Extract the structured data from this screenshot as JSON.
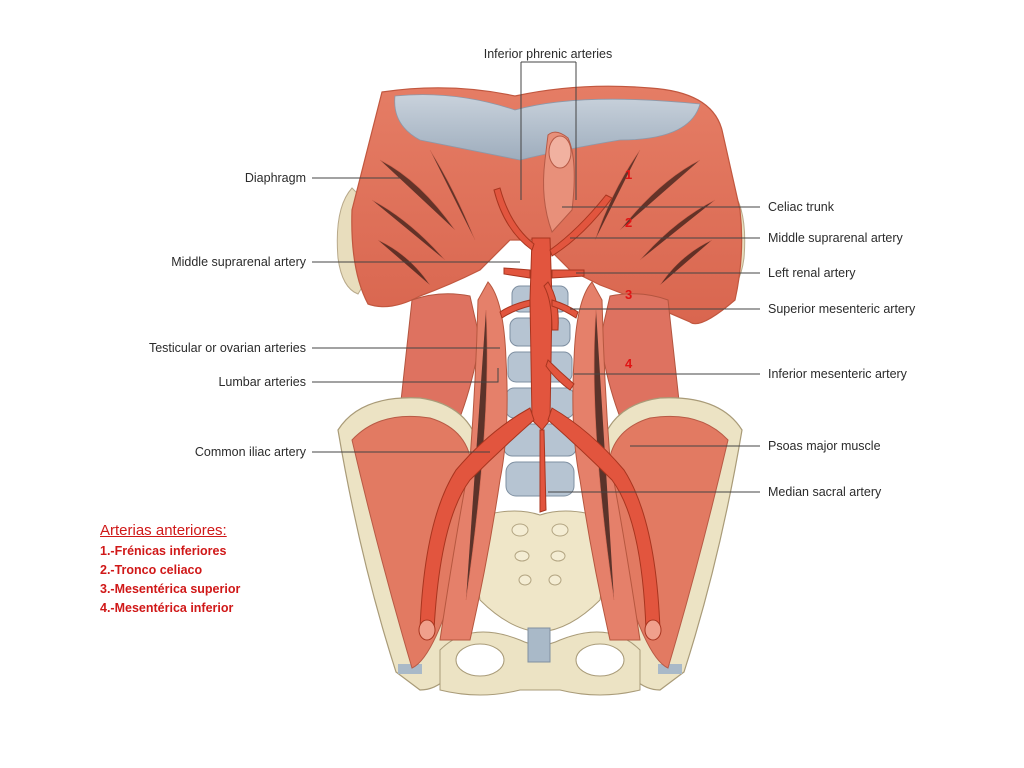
{
  "diagram": {
    "labels": {
      "inferior_phrenic_arteries": "Inferior phrenic arteries",
      "diaphragm": "Diaphragm",
      "middle_suprarenal_artery_left": "Middle suprarenal artery",
      "testicular_or_ovarian_arteries": "Testicular or ovarian arteries",
      "lumbar_arteries": "Lumbar arteries",
      "common_iliac_artery": "Common iliac artery",
      "celiac_trunk": "Celiac trunk",
      "middle_suprarenal_artery_right": "Middle suprarenal artery",
      "left_renal_artery": "Left renal artery",
      "superior_mesenteric_artery": "Superior mesenteric artery",
      "inferior_mesenteric_artery": "Inferior mesenteric artery",
      "psoas_major_muscle": "Psoas major muscle",
      "median_sacral_artery": "Median sacral artery"
    },
    "markers": [
      "1",
      "2",
      "3",
      "4"
    ]
  },
  "legend": {
    "title": "Arterias anteriores:",
    "items": [
      "1.-Frénicas inferiores",
      "2.-Tronco celiaco",
      "3.-Mesentérica superior",
      "4.-Mesentérica inferior"
    ]
  },
  "colors": {
    "muscle": "#e27a62",
    "muscle_dark": "#c85a45",
    "tendon": "#b7c3d0",
    "bone": "#ece3c4",
    "artery": "#e2553e",
    "marker_text": "#e01414"
  }
}
